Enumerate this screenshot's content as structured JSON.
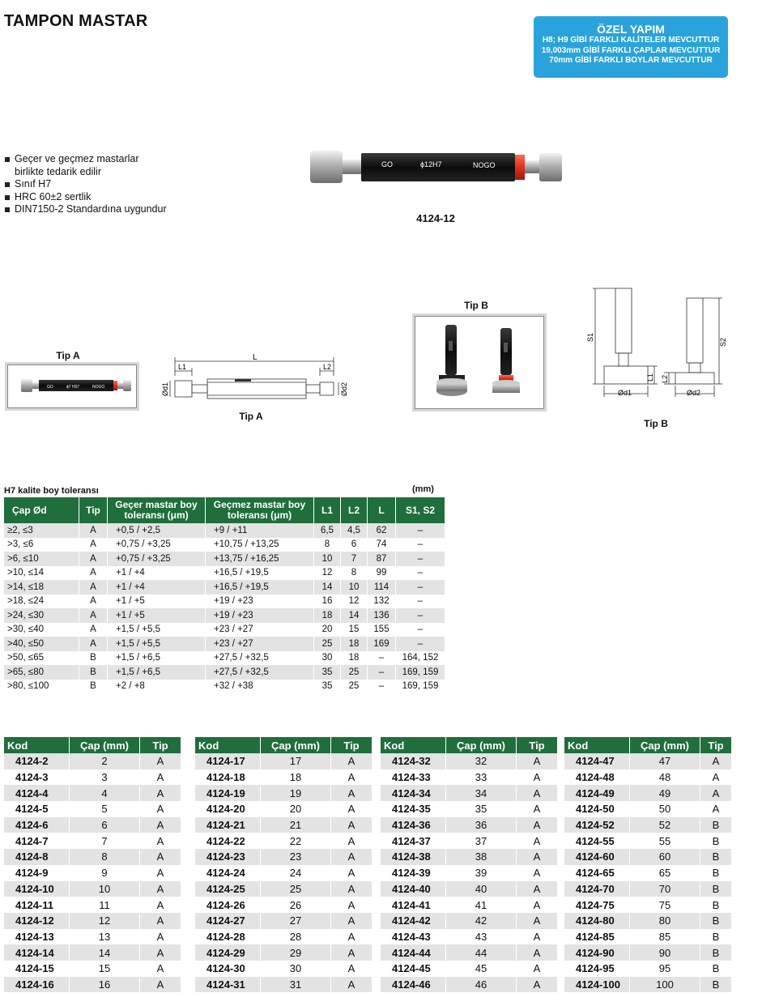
{
  "title": "TAMPON MASTAR",
  "special": {
    "heading": "ÖZEL YAPIM",
    "lines": [
      "H8; H9 GİBİ FARKLI KALİTELER MEVCUTTUR",
      "19,003mm GİBİ FARKLI ÇAPLAR MEVCUTTUR",
      "70mm GİBİ FARKLI BOYLAR MEVCUTTUR"
    ]
  },
  "features": [
    "Geçer ve geçmez mastarlar",
    "birlikte tedarik edilir",
    "Sınıf H7",
    "HRC 60±2 sertlik",
    "DIN7150-2 Standardına uygundur"
  ],
  "product_photo": {
    "caption": "4124-12",
    "label_go": "GO",
    "label_size": "ϕ12H7",
    "label_nogo": "NOGO"
  },
  "tip_a": {
    "photo_caption": "Tip A",
    "drawing_caption": "Tip A",
    "dim_l": "L",
    "dim_l1": "L1",
    "dim_l2": "L2",
    "dim_d1": "Ød1",
    "dim_d2": "Ød2",
    "mini_go": "GO",
    "mini_size": "ϕ7 H07",
    "mini_nogo": "NOGO"
  },
  "tip_b": {
    "photo_caption": "Tip B",
    "drawing_caption": "Tip B",
    "dim_s1": "S1",
    "dim_s2": "S2",
    "dim_l1": "L1",
    "dim_l2": "L2",
    "dim_d1": "Ød1",
    "dim_d2": "Ød2"
  },
  "dims_table": {
    "caption": "H7 kalite boy toleransı",
    "unit": "(mm)",
    "headers": [
      "Çap Ød",
      "Tip",
      "Geçer mastar boy toleransı (μm)",
      "Geçmez mastar boy toleransı (μm)",
      "L1",
      "L2",
      "L",
      "S1, S2"
    ],
    "rows": [
      [
        "≥2,   ≤3",
        "A",
        "+0,5 / +2,5",
        "+9 / +11",
        "6,5",
        "4,5",
        "62",
        "–"
      ],
      [
        ">3,   ≤6",
        "A",
        "+0,75 / +3,25",
        "+10,75 / +13,25",
        "8",
        "6",
        "74",
        "–"
      ],
      [
        ">6,   ≤10",
        "A",
        "+0,75 / +3,25",
        "+13,75 / +16,25",
        "10",
        "7",
        "87",
        "–"
      ],
      [
        ">10,  ≤14",
        "A",
        "+1 / +4",
        "+16,5 / +19,5",
        "12",
        "8",
        "99",
        "–"
      ],
      [
        ">14,  ≤18",
        "A",
        "+1 / +4",
        "+16,5 / +19,5",
        "14",
        "10",
        "114",
        "–"
      ],
      [
        ">18,  ≤24",
        "A",
        "+1 / +5",
        "+19 / +23",
        "16",
        "12",
        "132",
        "–"
      ],
      [
        ">24,  ≤30",
        "A",
        "+1 / +5",
        "+19 / +23",
        "18",
        "14",
        "136",
        "–"
      ],
      [
        ">30,  ≤40",
        "A",
        "+1,5 / +5,5",
        "+23 / +27",
        "20",
        "15",
        "155",
        "–"
      ],
      [
        ">40,  ≤50",
        "A",
        "+1,5 / +5,5",
        "+23 / +27",
        "25",
        "18",
        "169",
        "–"
      ],
      [
        ">50,  ≤65",
        "B",
        "+1,5 / +6,5",
        "+27,5 / +32,5",
        "30",
        "18",
        "–",
        "164, 152"
      ],
      [
        ">65,  ≤80",
        "B",
        "+1,5 / +6,5",
        "+27,5 / +32,5",
        "35",
        "25",
        "–",
        "169, 159"
      ],
      [
        ">80,  ≤100",
        "B",
        "+2 / +8",
        "+32 / +38",
        "35",
        "25",
        "–",
        "169, 159"
      ]
    ]
  },
  "code_tables": {
    "headers": [
      "Kod",
      "Çap (mm)",
      "Tip"
    ],
    "columns": [
      [
        [
          "4124-2",
          "2",
          "A"
        ],
        [
          "4124-3",
          "3",
          "A"
        ],
        [
          "4124-4",
          "4",
          "A"
        ],
        [
          "4124-5",
          "5",
          "A"
        ],
        [
          "4124-6",
          "6",
          "A"
        ],
        [
          "4124-7",
          "7",
          "A"
        ],
        [
          "4124-8",
          "8",
          "A"
        ],
        [
          "4124-9",
          "9",
          "A"
        ],
        [
          "4124-10",
          "10",
          "A"
        ],
        [
          "4124-11",
          "11",
          "A"
        ],
        [
          "4124-12",
          "12",
          "A"
        ],
        [
          "4124-13",
          "13",
          "A"
        ],
        [
          "4124-14",
          "14",
          "A"
        ],
        [
          "4124-15",
          "15",
          "A"
        ],
        [
          "4124-16",
          "16",
          "A"
        ]
      ],
      [
        [
          "4124-17",
          "17",
          "A"
        ],
        [
          "4124-18",
          "18",
          "A"
        ],
        [
          "4124-19",
          "19",
          "A"
        ],
        [
          "4124-20",
          "20",
          "A"
        ],
        [
          "4124-21",
          "21",
          "A"
        ],
        [
          "4124-22",
          "22",
          "A"
        ],
        [
          "4124-23",
          "23",
          "A"
        ],
        [
          "4124-24",
          "24",
          "A"
        ],
        [
          "4124-25",
          "25",
          "A"
        ],
        [
          "4124-26",
          "26",
          "A"
        ],
        [
          "4124-27",
          "27",
          "A"
        ],
        [
          "4124-28",
          "28",
          "A"
        ],
        [
          "4124-29",
          "29",
          "A"
        ],
        [
          "4124-30",
          "30",
          "A"
        ],
        [
          "4124-31",
          "31",
          "A"
        ]
      ],
      [
        [
          "4124-32",
          "32",
          "A"
        ],
        [
          "4124-33",
          "33",
          "A"
        ],
        [
          "4124-34",
          "34",
          "A"
        ],
        [
          "4124-35",
          "35",
          "A"
        ],
        [
          "4124-36",
          "36",
          "A"
        ],
        [
          "4124-37",
          "37",
          "A"
        ],
        [
          "4124-38",
          "38",
          "A"
        ],
        [
          "4124-39",
          "39",
          "A"
        ],
        [
          "4124-40",
          "40",
          "A"
        ],
        [
          "4124-41",
          "41",
          "A"
        ],
        [
          "4124-42",
          "42",
          "A"
        ],
        [
          "4124-43",
          "43",
          "A"
        ],
        [
          "4124-44",
          "44",
          "A"
        ],
        [
          "4124-45",
          "45",
          "A"
        ],
        [
          "4124-46",
          "46",
          "A"
        ]
      ],
      [
        [
          "4124-47",
          "47",
          "A"
        ],
        [
          "4124-48",
          "48",
          "A"
        ],
        [
          "4124-49",
          "49",
          "A"
        ],
        [
          "4124-50",
          "50",
          "A"
        ],
        [
          "4124-52",
          "52",
          "B"
        ],
        [
          "4124-55",
          "55",
          "B"
        ],
        [
          "4124-60",
          "60",
          "B"
        ],
        [
          "4124-65",
          "65",
          "B"
        ],
        [
          "4124-70",
          "70",
          "B"
        ],
        [
          "4124-75",
          "75",
          "B"
        ],
        [
          "4124-80",
          "80",
          "B"
        ],
        [
          "4124-85",
          "85",
          "B"
        ],
        [
          "4124-90",
          "90",
          "B"
        ],
        [
          "4124-95",
          "95",
          "B"
        ],
        [
          "4124-100",
          "100",
          "B"
        ]
      ]
    ]
  },
  "colors": {
    "header_green": "#1f6e3c",
    "special_blue": "#2aa3dc",
    "nogo_red": "#e0301e",
    "stripe_gray": "#e3e3e3"
  }
}
